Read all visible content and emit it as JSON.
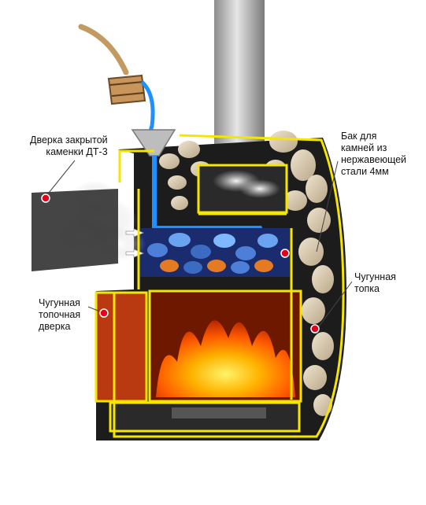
{
  "labels": {
    "door_closed_heater": {
      "line1": "Дверка закрытой",
      "line2": "каменки ДТ-3"
    },
    "stone_tank": {
      "line1": "Бак для",
      "line2": "камней  из",
      "line3": "нержавеющей",
      "line4": "стали 4мм"
    },
    "cast_iron_firebox": {
      "line1": "Чугунная",
      "line2": "топка"
    },
    "cast_iron_fire_door": {
      "line1": "Чугунная",
      "line2": "топочная",
      "line3": "дверка"
    }
  },
  "colors": {
    "frame_outline": "#f5e600",
    "body_dark": "#1c1c1c",
    "marker_red": "#e3001b",
    "water_blue": "#1e90ff",
    "flame_orange": "#ff7a00",
    "chimney_steel": "#b8b8b8",
    "stone_beige": "#d9c9ad"
  }
}
